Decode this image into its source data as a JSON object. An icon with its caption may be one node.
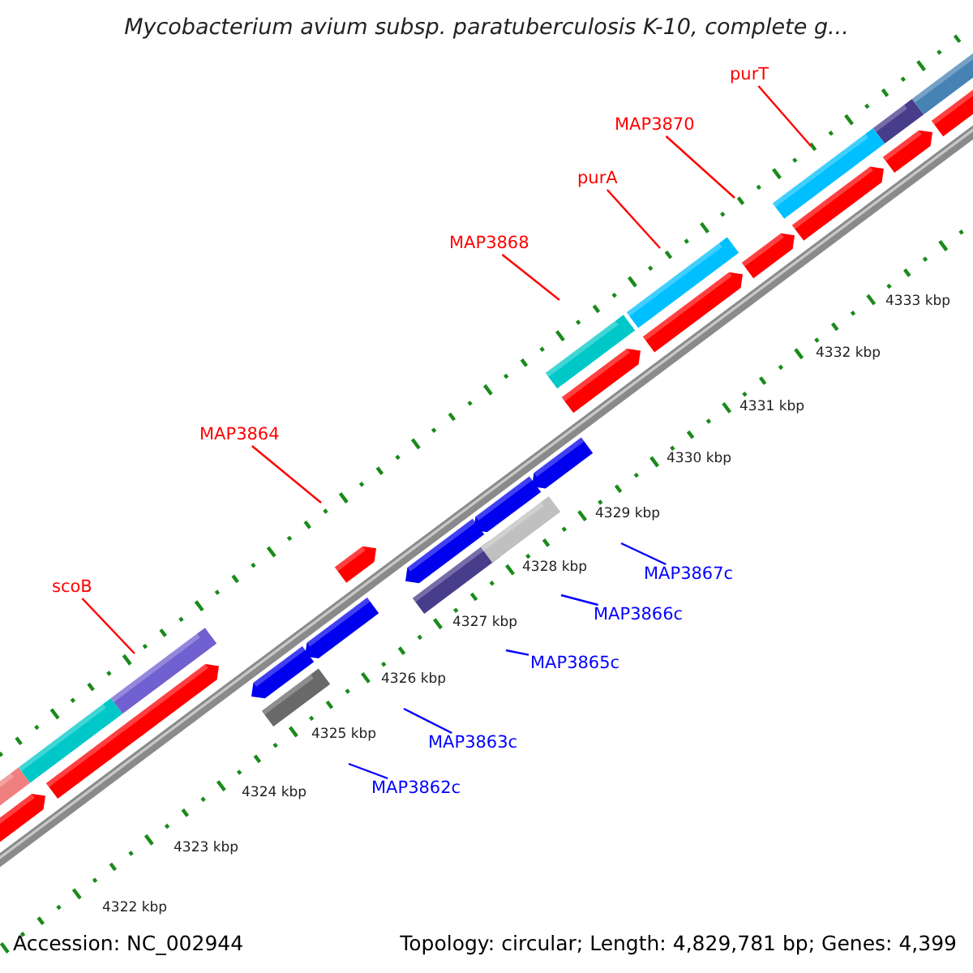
{
  "diagram": {
    "title": "Mycobacterium avium subsp. paratuberculosis K-10, complete g...",
    "nodes": [
      {
        "text": [
          "purT"
        ]
      },
      {
        "text": [
          "MAP3870"
        ]
      },
      {
        "text": [
          "purA"
        ]
      },
      {
        "text": [
          "MAP3868"
        ]
      },
      {
        "text": [
          "MAP3864"
        ]
      },
      {
        "text": [
          "MAP3867c"
        ]
      },
      {
        "text": [
          "scoB"
        ]
      },
      {
        "text": [
          "MAP3866c"
        ]
      },
      {
        "text": [
          "MAP3865c"
        ]
      },
      {
        "text": [
          "MAP3863c"
        ]
      },
      {
        "text": [
          "MAP3862c"
        ]
      }
    ],
    "edges": [
      {
        "from": 0,
        "to": null,
        "arrow": "none"
      },
      {
        "from": 1,
        "to": null,
        "arrow": "none"
      },
      {
        "from": 2,
        "to": null,
        "arrow": "none"
      },
      {
        "from": 3,
        "to": null,
        "arrow": "none"
      },
      {
        "from": 4,
        "to": null,
        "arrow": "none"
      },
      {
        "from": 5,
        "to": null,
        "arrow": "none",
        "color": "#0000ff"
      },
      {
        "from": 6,
        "to": null,
        "arrow": "none"
      },
      {
        "from": 7,
        "to": null,
        "arrow": "none",
        "color": "#0000ff"
      },
      {
        "from": 8,
        "to": null,
        "arrow": "none",
        "color": "#0000ff"
      },
      {
        "from": 9,
        "to": null,
        "arrow": "none",
        "color": "#0000ff"
      },
      {
        "from": 10,
        "to": null,
        "arrow": "none",
        "color": "#0000ff"
      }
    ],
    "labels": [
      "4333 kbp",
      "4332 kbp",
      "4331 kbp",
      "4330 kbp",
      "4329 kbp",
      "4328 kbp",
      "4327 kbp",
      "4326 kbp",
      "4325 kbp",
      "4324 kbp",
      "4323 kbp",
      "4322 kbp",
      "Accession: NC_002944",
      "Topology: circular; Length: 4,829,781 bp; Genes: 4,399"
    ]
  }
}
